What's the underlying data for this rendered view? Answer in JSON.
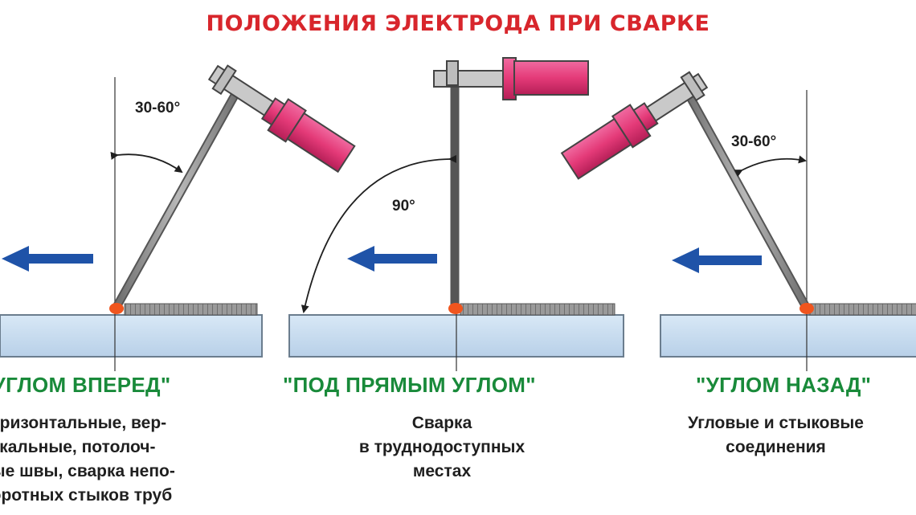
{
  "title": "ПОЛОЖЕНИЯ ЭЛЕКТРОДА ПРИ СВАРКЕ",
  "colors": {
    "title": "#d8262c",
    "heading": "#198a3a",
    "arrow": "#1f53a8",
    "plate": "#c7dcef",
    "holder": "#e43a78",
    "weld": "#f0551e"
  },
  "panels": [
    {
      "heading": "\"УГЛОМ ВПЕРЕД\"",
      "angle": "30-60°",
      "description": [
        "Горизонтальные, вер-",
        "тикальные, потолоч-",
        "ные швы, сварка непо-",
        "воротных стыков труб"
      ]
    },
    {
      "heading": "\"ПОД ПРЯМЫМ УГЛОМ\"",
      "angle": "90°",
      "description": [
        "Сварка",
        "в труднодоступных",
        "местах"
      ]
    },
    {
      "heading": "\"УГЛОМ НАЗАД\"",
      "angle": "30-60°",
      "description": [
        "Угловые и стыковые",
        "соединения"
      ]
    }
  ]
}
